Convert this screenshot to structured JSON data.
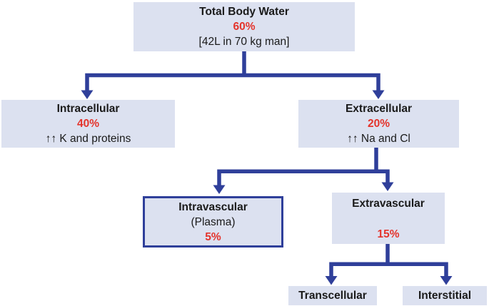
{
  "colors": {
    "box_fill": "#dce1f0",
    "connector_blue": "#2f3f9a",
    "value_red": "#e4342c",
    "text_black": "#1a1a1a",
    "background": "#ffffff"
  },
  "nodes": {
    "tbw": {
      "title": "Total Body Water",
      "value": "60%",
      "note": "[42L in 70 kg man]"
    },
    "intracellular": {
      "title": "Intracellular",
      "value": "40%",
      "note": "↑↑ K and proteins"
    },
    "extracellular": {
      "title": "Extracellular",
      "value": "20%",
      "note": "↑↑ Na and Cl"
    },
    "intravascular": {
      "title": "Intravascular",
      "subtitle": "(Plasma)",
      "value": "5%"
    },
    "extravascular": {
      "title": "Extravascular",
      "value": "15%"
    },
    "transcellular": {
      "title": "Transcellular"
    },
    "interstitial": {
      "title": "Interstitial"
    }
  },
  "edges": [
    {
      "from": "tbw",
      "to": [
        "intracellular",
        "extracellular"
      ]
    },
    {
      "from": "extracellular",
      "to": [
        "intravascular",
        "extravascular"
      ]
    },
    {
      "from": "extravascular",
      "to": [
        "transcellular",
        "interstitial"
      ]
    }
  ]
}
